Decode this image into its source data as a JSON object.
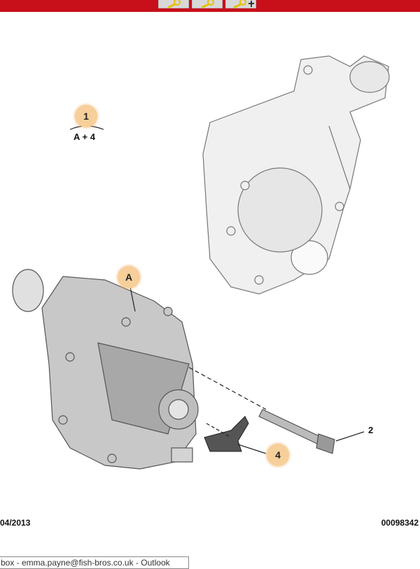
{
  "toolbar": {
    "buttons": [
      {
        "icon": "zoom-in-icon"
      },
      {
        "icon": "zoom-out-icon"
      },
      {
        "icon": "zoom-move-icon"
      }
    ],
    "bar_color": "#c8101a"
  },
  "diagram": {
    "callouts": [
      {
        "label": "1",
        "caption": "A + 4"
      },
      {
        "label": "A"
      },
      {
        "label": "4"
      }
    ],
    "part_labels": [
      "2"
    ]
  },
  "footer": {
    "date": "04/2013",
    "reference": "00098342"
  },
  "taskbar_tooltip": "box - emma.payne@fish-bros.co.uk - Outlook"
}
